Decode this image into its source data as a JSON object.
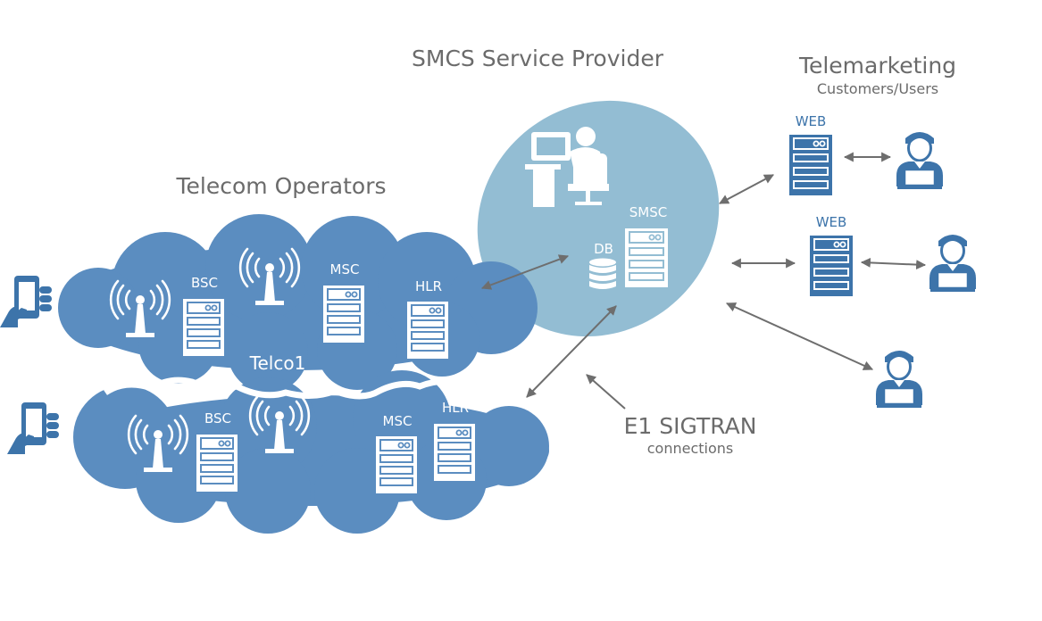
{
  "titles": {
    "smcs": "SMCS Service Provider",
    "telemarketing": "Telemarketing",
    "telemarketing_sub": "Customers/Users",
    "telecom": "Telecom Operators",
    "e1": "E1 SIGTRAN",
    "e1_sub": "connections"
  },
  "nodes": {
    "smsc": "SMSC",
    "db": "DB",
    "web_top": "WEB",
    "web_mid": "WEB",
    "telco1_bsc": "BSC",
    "telco1_msc": "MSC",
    "telco1_hlr": "HLR",
    "telco1_name": "Telco1",
    "telco2_bsc": "BSC",
    "telco2_msc": "MSC",
    "telco2_hlr": "HLR"
  },
  "colors": {
    "cloud": "#5b8dc0",
    "ellipse": "#93bdd3",
    "arrow": "#6e6e6e",
    "icon_blue": "#3d74aa",
    "text_grey": "#6b6b6b"
  }
}
